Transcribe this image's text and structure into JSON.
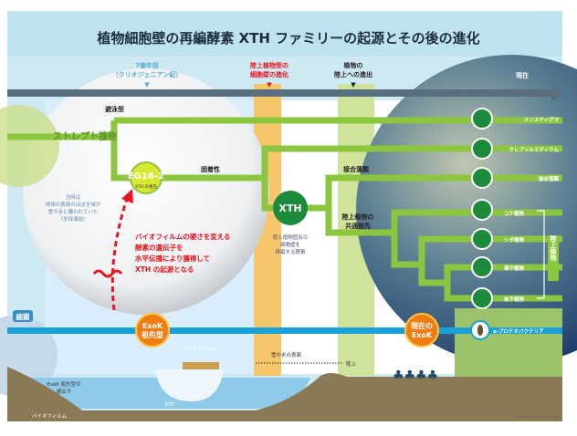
{
  "title": "植物細胞壁の再編酵素 XTH ファミリーの起源とその後の進化",
  "timeline": {
    "cryogenian": [
      "7億年前",
      "（クリオジェニアン紀）"
    ],
    "land_wall": [
      "陸上植物型の",
      "細胞壁の進化"
    ],
    "land_move": [
      "植物の",
      "陸上への進出"
    ],
    "present": "現在"
  },
  "tree": {
    "streptophyte": "ストレプト植物",
    "swimming": "避泳型",
    "sessile": "固着性",
    "eg16": "EG16-2",
    "eg16_sub": "XTH の祖先",
    "xth": "XTH",
    "xth_desc": [
      "陸上植物固有の",
      "細胞壁を",
      "再編する酵素"
    ],
    "zygnem_branch": "接合藻類",
    "land_ancestor": [
      "陸上植物の",
      "共通祖先"
    ],
    "land_plants_group": "陸上植物"
  },
  "leaves": [
    {
      "label": "メソスティグマ",
      "icon": "mesostigma-icon"
    },
    {
      "label": "クレブソルミディウム",
      "icon": "klebsormidium-icon"
    },
    {
      "label": "接合藻類",
      "icon": "zygnematophyceae-icon"
    },
    {
      "label": "コケ植物",
      "icon": "moss-icon"
    },
    {
      "label": "シダ植物",
      "icon": "fern-icon"
    },
    {
      "label": "裸子植物",
      "icon": "gymnosperm-icon"
    },
    {
      "label": "被子植物",
      "icon": "angiosperm-icon"
    }
  ],
  "snowball_note": [
    "当時は",
    "地球の表面のほぼ全域が",
    "雪や氷に覆われていた",
    "（全球凍結）"
  ],
  "hgt_note": [
    "バイオフィルムの硬さを変える",
    "酵素の遺伝子を",
    "水平伝播により獲得して",
    "XTH の起源となる"
  ],
  "bacteria": {
    "label": "細菌",
    "exok_ancestor": [
      "ExoK",
      "祖先型"
    ],
    "exok_present": [
      "現在の",
      "ExoK"
    ],
    "alpha": "α-プロテオバクテリア"
  },
  "scene": {
    "exok_gene": [
      "ExoK 祖先型の",
      "遺伝子"
    ],
    "biofilm_left": "バイオフィルム",
    "biofilm_ice": "バイオフィルム",
    "surface": "雪や氷の表面",
    "underwater": "水中",
    "land": "陸上"
  },
  "credit": "Illustrated by Hiroko Uchida",
  "colors": {
    "tree_green": "#8cc63f",
    "dark_green": "#1e8a3c",
    "bacteria_blue": "#1aa0d8",
    "timeline": "#5a6f7e",
    "red": "#e8141e",
    "orange": "#f07d14"
  }
}
